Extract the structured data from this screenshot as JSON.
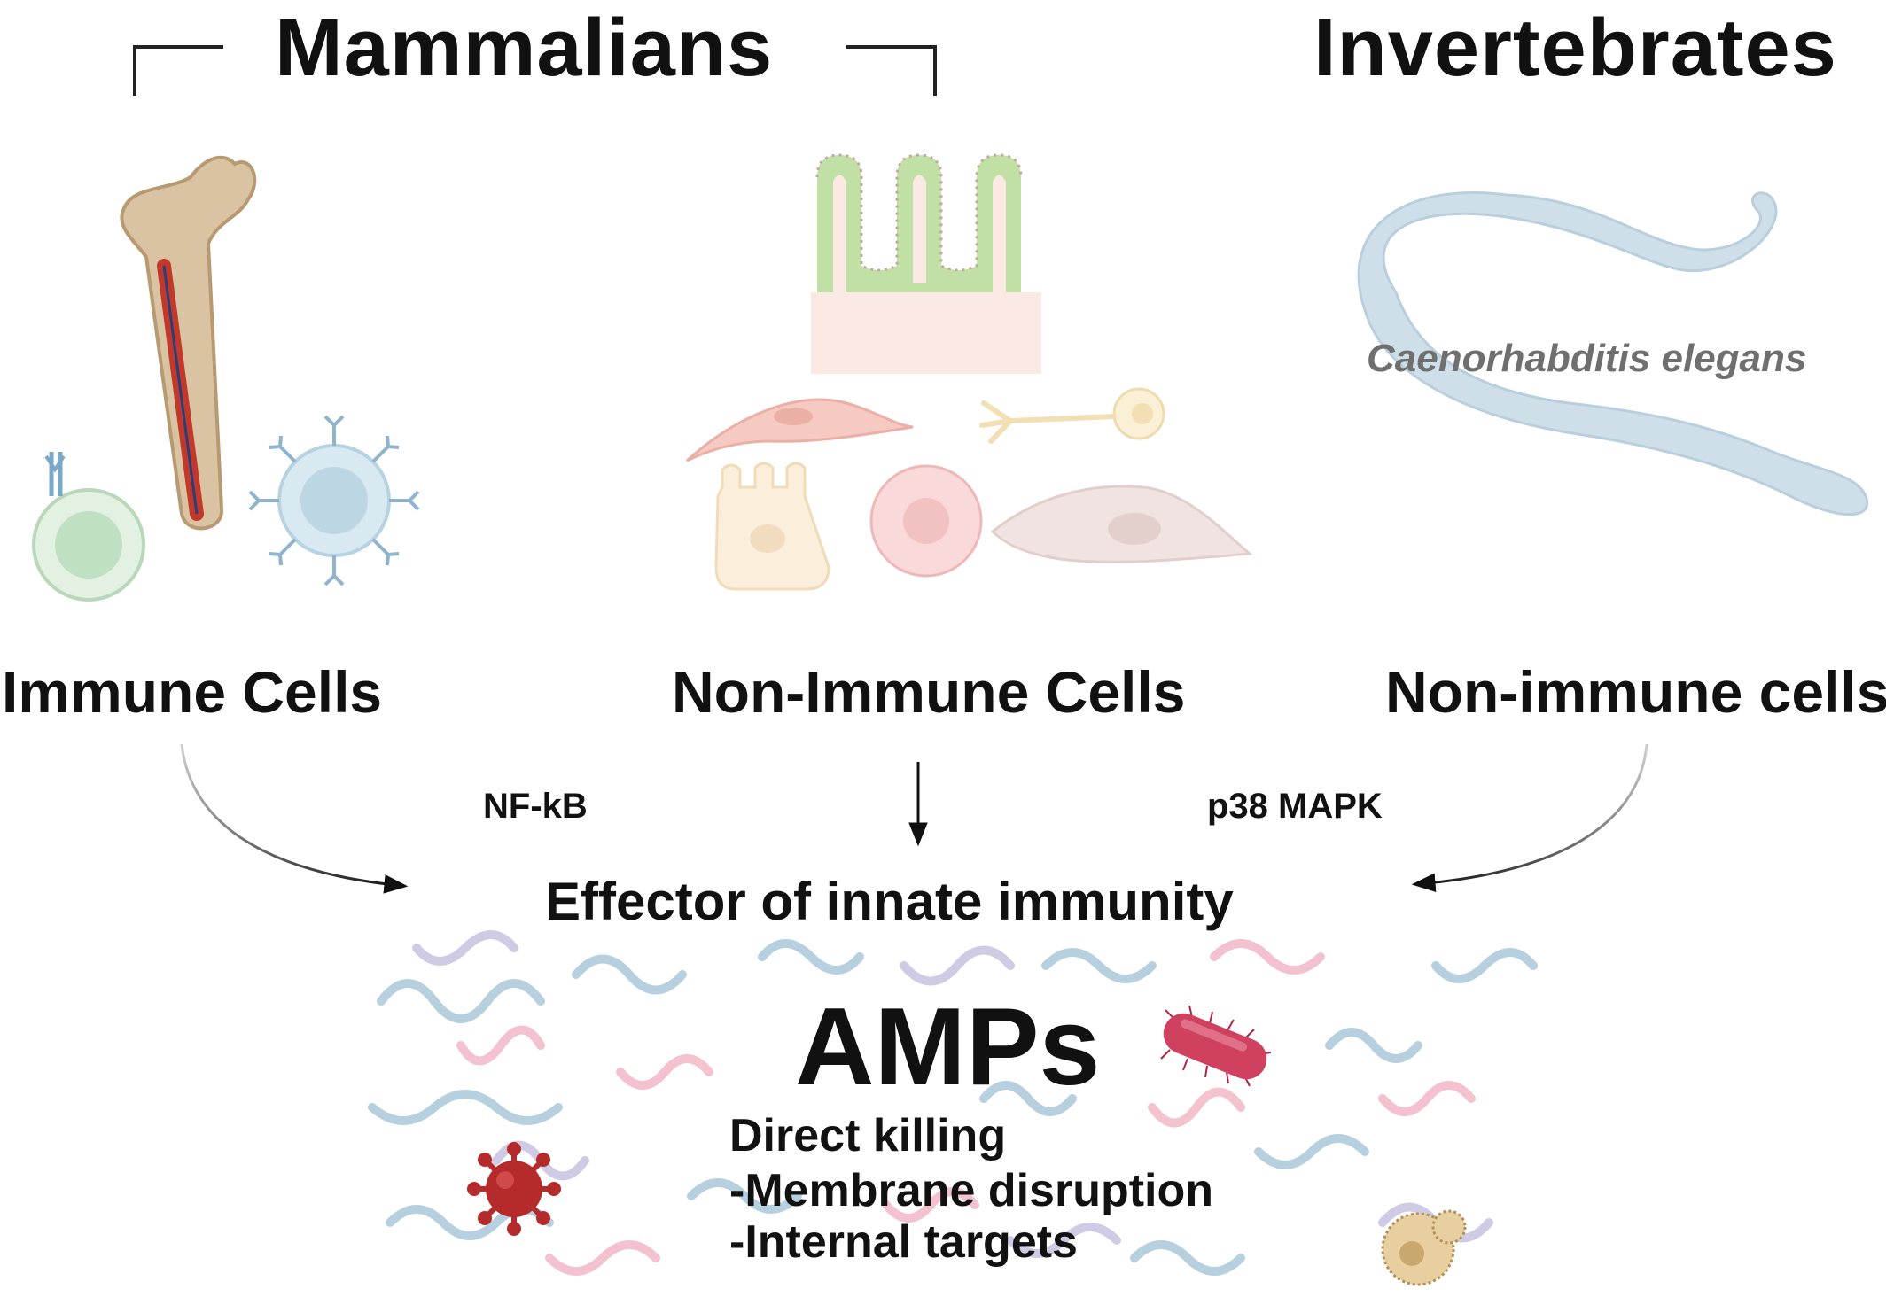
{
  "headers": {
    "mammalians": "Mammalians",
    "invertebrates": "Invertebrates"
  },
  "species": "Caenorhabditis elegans",
  "cell_labels": {
    "immune": "Immune Cells",
    "non_immune_mammal": "Non-Immune Cells",
    "non_immune_invert": "Non-immune cells"
  },
  "pathways": {
    "nfkb": "NF-kB",
    "p38": "p38 MAPK"
  },
  "effector": "Effector of innate immunity",
  "amps": "AMPs",
  "mechanisms": {
    "title": "Direct killing",
    "item1": "-Membrane disruption",
    "item2": "-Internal targets"
  },
  "icons": [
    "bone-icon",
    "lymphocyte-icon",
    "b-cell-icon",
    "intestinal-villi-icon",
    "fibroblast-icon",
    "neuron-icon",
    "epithelial-cell-icon",
    "round-cell-icon",
    "spindle-cell-icon",
    "worm-icon",
    "virus-icon",
    "bacterium-icon",
    "fungus-icon",
    "peptide-squiggle-icon"
  ],
  "colors": {
    "text": "#111111",
    "species_text": "#6f6f6f",
    "worm": "#cfdfe9",
    "villi_green": "#b9dd9c",
    "bone": "#d9c3a2",
    "marrow": "#c0392b",
    "virus": "#b52a2a",
    "bacterium": "#d0405f",
    "fungus": "#caa86e",
    "peptide_blue": "#aac8da",
    "peptide_pink": "#f2b8c6",
    "peptide_purple": "#c7c2e0"
  }
}
